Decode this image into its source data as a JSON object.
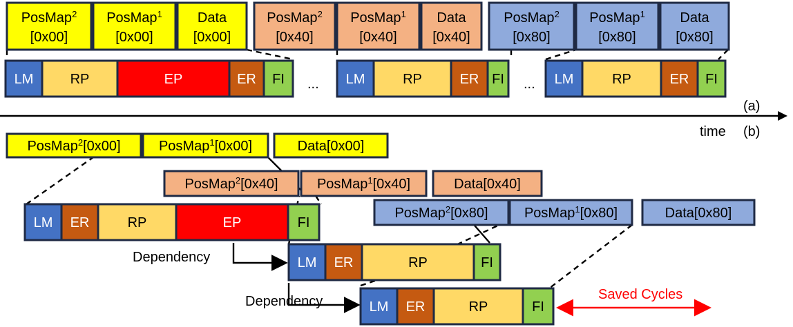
{
  "colors": {
    "yellow": "#ffff00",
    "salmon": "#f4b183",
    "blue": "#8faadc",
    "LM": "#4472c4",
    "RP": "#ffd966",
    "EP": "#ff0000",
    "ER": "#c55a11",
    "FI": "#92d050",
    "saved": "#ff0000"
  },
  "part_a": {
    "label": "(a)",
    "requests": [
      {
        "name": "PosMap",
        "sup": "2",
        "addr": "[0x00]",
        "color": "yellow"
      },
      {
        "name": "PosMap",
        "sup": "1",
        "addr": "[0x00]",
        "color": "yellow"
      },
      {
        "name": "Data",
        "sup": "",
        "addr": "[0x00]",
        "color": "yellow"
      },
      {
        "name": "PosMap",
        "sup": "2",
        "addr": "[0x40]",
        "color": "salmon"
      },
      {
        "name": "PosMap",
        "sup": "1",
        "addr": "[0x40]",
        "color": "salmon"
      },
      {
        "name": "Data",
        "sup": "",
        "addr": "[0x40]",
        "color": "salmon"
      },
      {
        "name": "PosMap",
        "sup": "2",
        "addr": "[0x80]",
        "color": "blue"
      },
      {
        "name": "PosMap",
        "sup": "1",
        "addr": "[0x80]",
        "color": "blue"
      },
      {
        "name": "Data",
        "sup": "",
        "addr": "[0x80]",
        "color": "blue"
      }
    ],
    "ellipsis": "...",
    "pipelines": [
      [
        "LM",
        "RP",
        "EP",
        "ER",
        "FI"
      ],
      [
        "LM",
        "RP",
        "ER",
        "FI"
      ],
      [
        "LM",
        "RP",
        "ER",
        "FI"
      ]
    ]
  },
  "timeline": {
    "time_label": "time"
  },
  "part_b": {
    "label": "(b)",
    "requests": [
      {
        "name": "PosMap",
        "sup": "2",
        "addr": "[0x00]",
        "color": "yellow"
      },
      {
        "name": "PosMap",
        "sup": "1",
        "addr": "[0x00]",
        "color": "yellow"
      },
      {
        "name": "Data",
        "sup": "",
        "addr": "[0x00]",
        "color": "yellow"
      },
      {
        "name": "PosMap",
        "sup": "2",
        "addr": "[0x40]",
        "color": "salmon"
      },
      {
        "name": "PosMap",
        "sup": "1",
        "addr": "[0x40]",
        "color": "salmon"
      },
      {
        "name": "Data",
        "sup": "",
        "addr": "[0x40]",
        "color": "salmon"
      },
      {
        "name": "PosMap",
        "sup": "2",
        "addr": "[0x80]",
        "color": "blue"
      },
      {
        "name": "PosMap",
        "sup": "1",
        "addr": "[0x80]",
        "color": "blue"
      },
      {
        "name": "Data",
        "sup": "",
        "addr": "[0x80]",
        "color": "blue"
      }
    ],
    "pipelines": [
      [
        "LM",
        "ER",
        "RP",
        "EP",
        "FI"
      ],
      [
        "LM",
        "ER",
        "RP",
        "FI"
      ],
      [
        "LM",
        "ER",
        "RP",
        "FI"
      ]
    ],
    "dependency_label": "Dependency",
    "saved_label": "Saved Cycles"
  }
}
